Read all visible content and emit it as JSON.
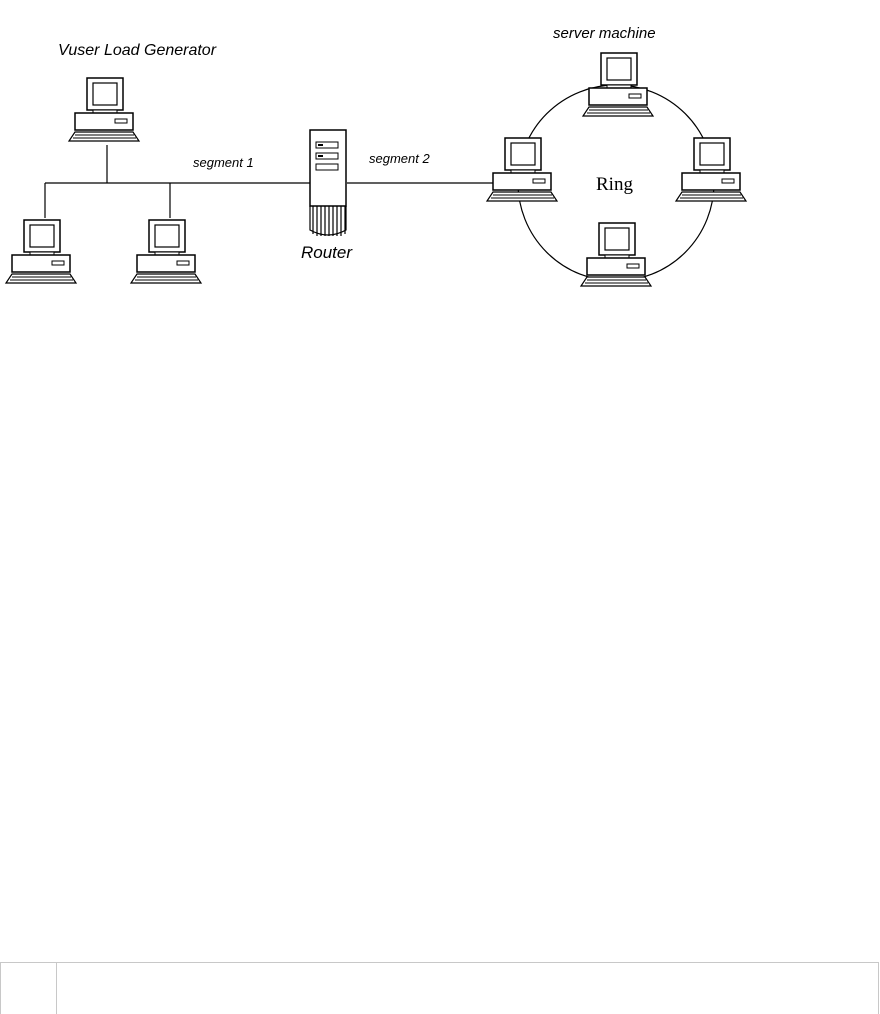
{
  "labels": {
    "load_generator": "Vuser Load Generator",
    "segment1": "segment 1",
    "segment2": "segment 2",
    "router": "Router",
    "server": "server machine",
    "ring": "Ring"
  },
  "table": {
    "cell1": "",
    "cell2": ""
  }
}
